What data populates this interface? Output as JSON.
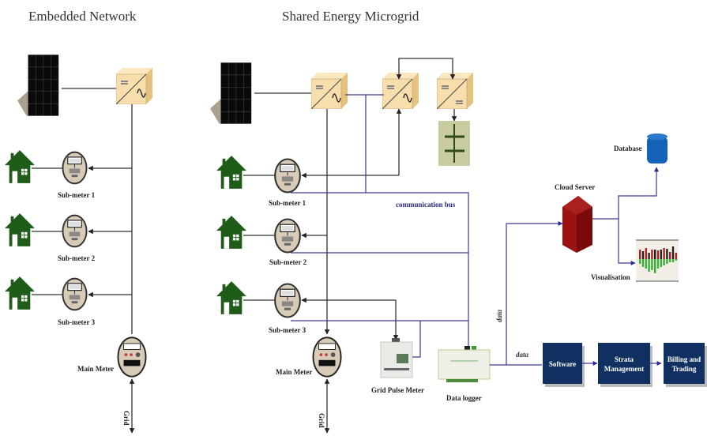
{
  "titles": {
    "left": "Embedded Network",
    "right": "Shared Energy Microgrid"
  },
  "embedded_network": {
    "submeters": [
      "Sub-meter 1",
      "Sub-meter 2",
      "Sub-meter 3"
    ],
    "main_meter": "Main Meter",
    "grid": "Grid"
  },
  "microgrid": {
    "submeters": [
      "Sub-meter 1",
      "Sub-meter 2",
      "Sub-meter 3"
    ],
    "main_meter": "Main Meter",
    "grid": "Grid",
    "grid_pulse_meter": "Grid Pulse Meter",
    "data_logger": "Data logger",
    "communication_bus": "communication bus",
    "data_up": "data",
    "data_right": "data"
  },
  "cloud": {
    "server": "Cloud Server",
    "database": "Database",
    "visualisation": "Visualisation"
  },
  "pipeline": [
    {
      "lines": [
        "Software"
      ]
    },
    {
      "lines": [
        "Strata",
        "Management"
      ]
    },
    {
      "lines": [
        "Billing and",
        "Trading"
      ]
    }
  ],
  "colors": {
    "house": "#1f5c1a",
    "inverter": "#f7deac",
    "server": "#8b0d0d",
    "database": "#1463b8",
    "box": "#0f3060",
    "bus": "#3b3b8f"
  }
}
